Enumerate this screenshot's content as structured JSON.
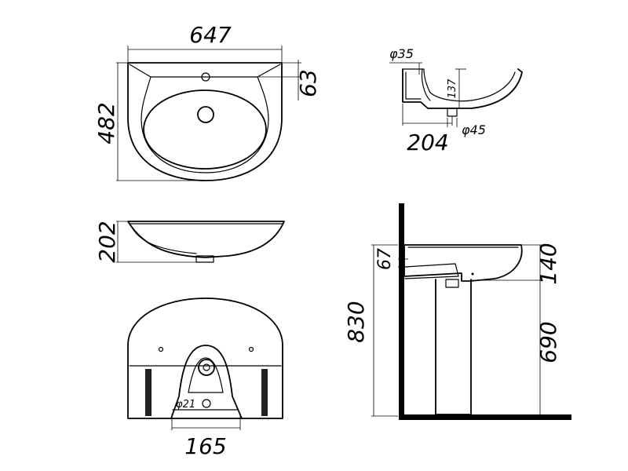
{
  "top_view": {
    "width_label": "647",
    "depth_label": "482",
    "rim_label": "63"
  },
  "side_section_view": {
    "tap_hole_label": "φ35",
    "bowl_depth_label": "137",
    "drain_label": "φ45",
    "drain_offset_label": "204"
  },
  "front_view": {
    "height_label": "202"
  },
  "rear_view": {
    "hole_label": "φ21",
    "spacing_label": "165"
  },
  "install_view": {
    "total_height_label": "830",
    "overflow_label": "67",
    "basin_height_label": "140",
    "pedestal_height_label": "690"
  }
}
